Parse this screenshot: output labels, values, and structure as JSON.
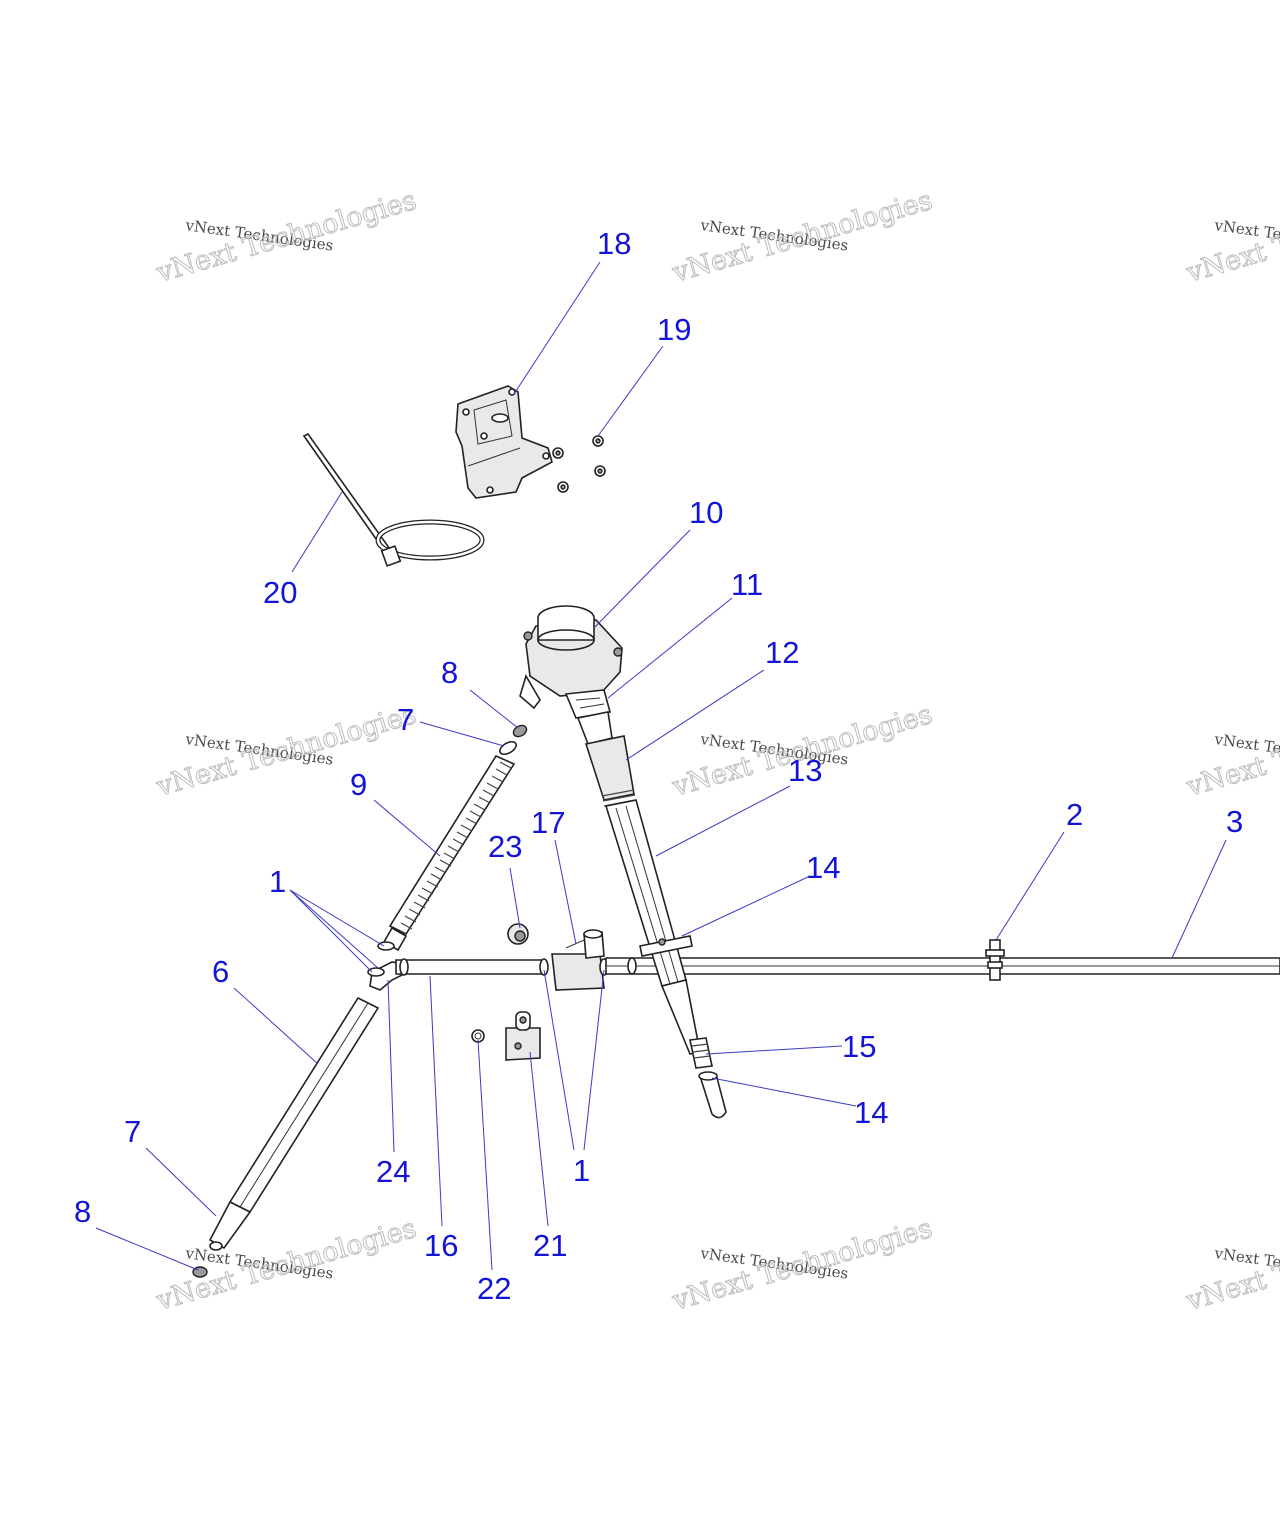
{
  "diagram": {
    "callouts": [
      "18",
      "19",
      "20",
      "10",
      "11",
      "12",
      "8",
      "7",
      "9",
      "13",
      "23",
      "17",
      "2",
      "3",
      "1",
      "14",
      "6",
      "15",
      "14",
      "7",
      "24",
      "1",
      "16",
      "21",
      "22",
      "8"
    ],
    "watermark": {
      "small": "vNext Technologies",
      "large": "vNext Technologies"
    },
    "colors": {
      "callout": "#1414d6",
      "leader": "#3b3bc4",
      "line": "#222222"
    }
  }
}
